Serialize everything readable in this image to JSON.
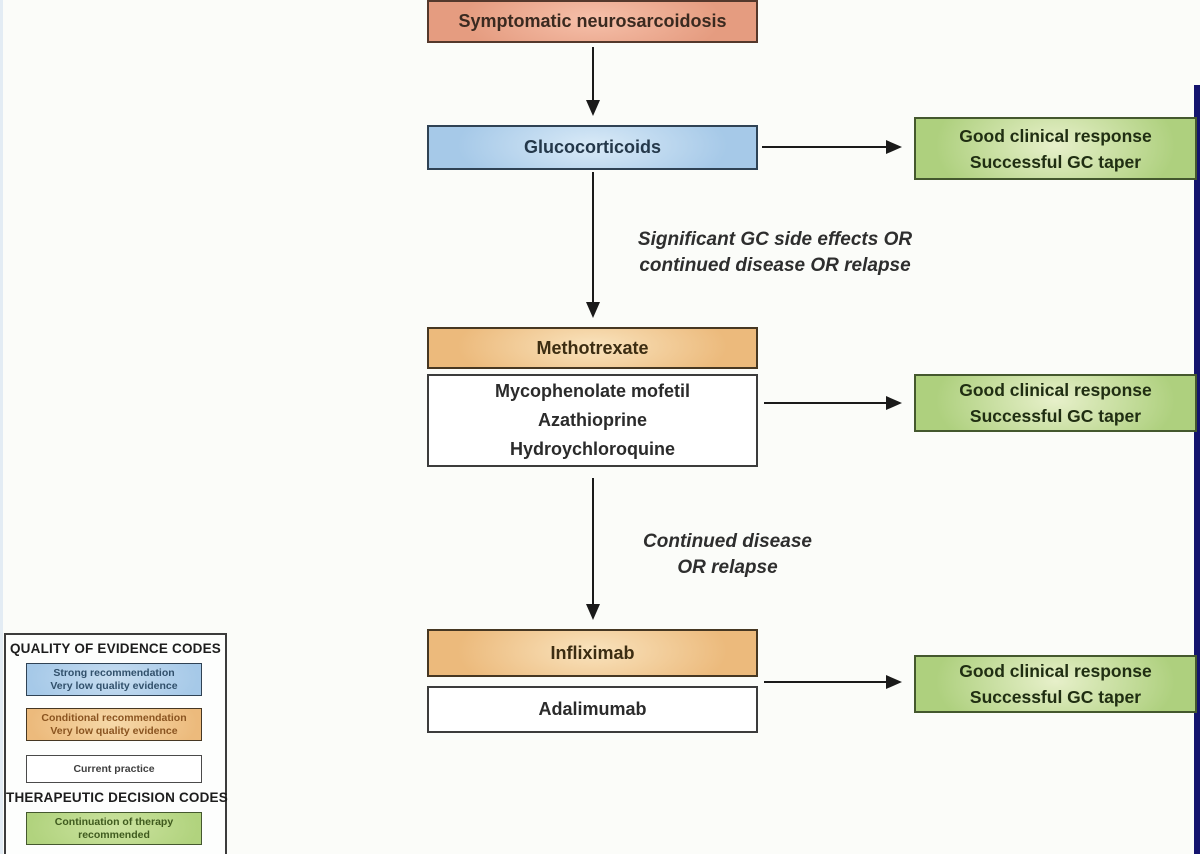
{
  "colors": {
    "salmon": "#e59c80",
    "blue": "#a6c9e8",
    "orange": "#ecba7c",
    "green": "#aed07e",
    "white": "#ffffff",
    "navy_edge": "#14146e"
  },
  "flowchart": {
    "start": "Symptomatic neurosarcoidosis",
    "glucocorticoids": "Glucocorticoids",
    "methotrexate": "Methotrexate",
    "alternatives": [
      "Mycophenolate mofetil",
      "Azathioprine",
      "Hydroychloroquine"
    ],
    "infliximab": "Infliximab",
    "adalimumab": "Adalimumab",
    "outcomes": [
      {
        "line1": "Good clinical response",
        "line2": "Successful GC taper"
      },
      {
        "line1": "Good clinical response",
        "line2": "Successful GC taper"
      },
      {
        "line1": "Good clinical response",
        "line2": "Successful GC taper"
      }
    ],
    "edge_labels": {
      "gc_failure": {
        "line1": "Significant GC side effects OR",
        "line2": "continued disease OR relapse"
      },
      "mtx_failure": {
        "line1": "Continued disease",
        "line2": "OR relapse"
      }
    }
  },
  "legend": {
    "quality_heading": "QUALITY OF EVIDENCE CODES",
    "quality_items": [
      {
        "line1": "Strong recommendation",
        "line2": "Very low quality evidence"
      },
      {
        "line1": "Conditional recommendation",
        "line2": "Very low quality evidence"
      },
      {
        "line1": "Current practice",
        "line2": ""
      }
    ],
    "decision_heading": "THERAPEUTIC DECISION CODES",
    "decision_items": [
      {
        "line1": "Continuation of therapy",
        "line2": "recommended"
      }
    ]
  }
}
